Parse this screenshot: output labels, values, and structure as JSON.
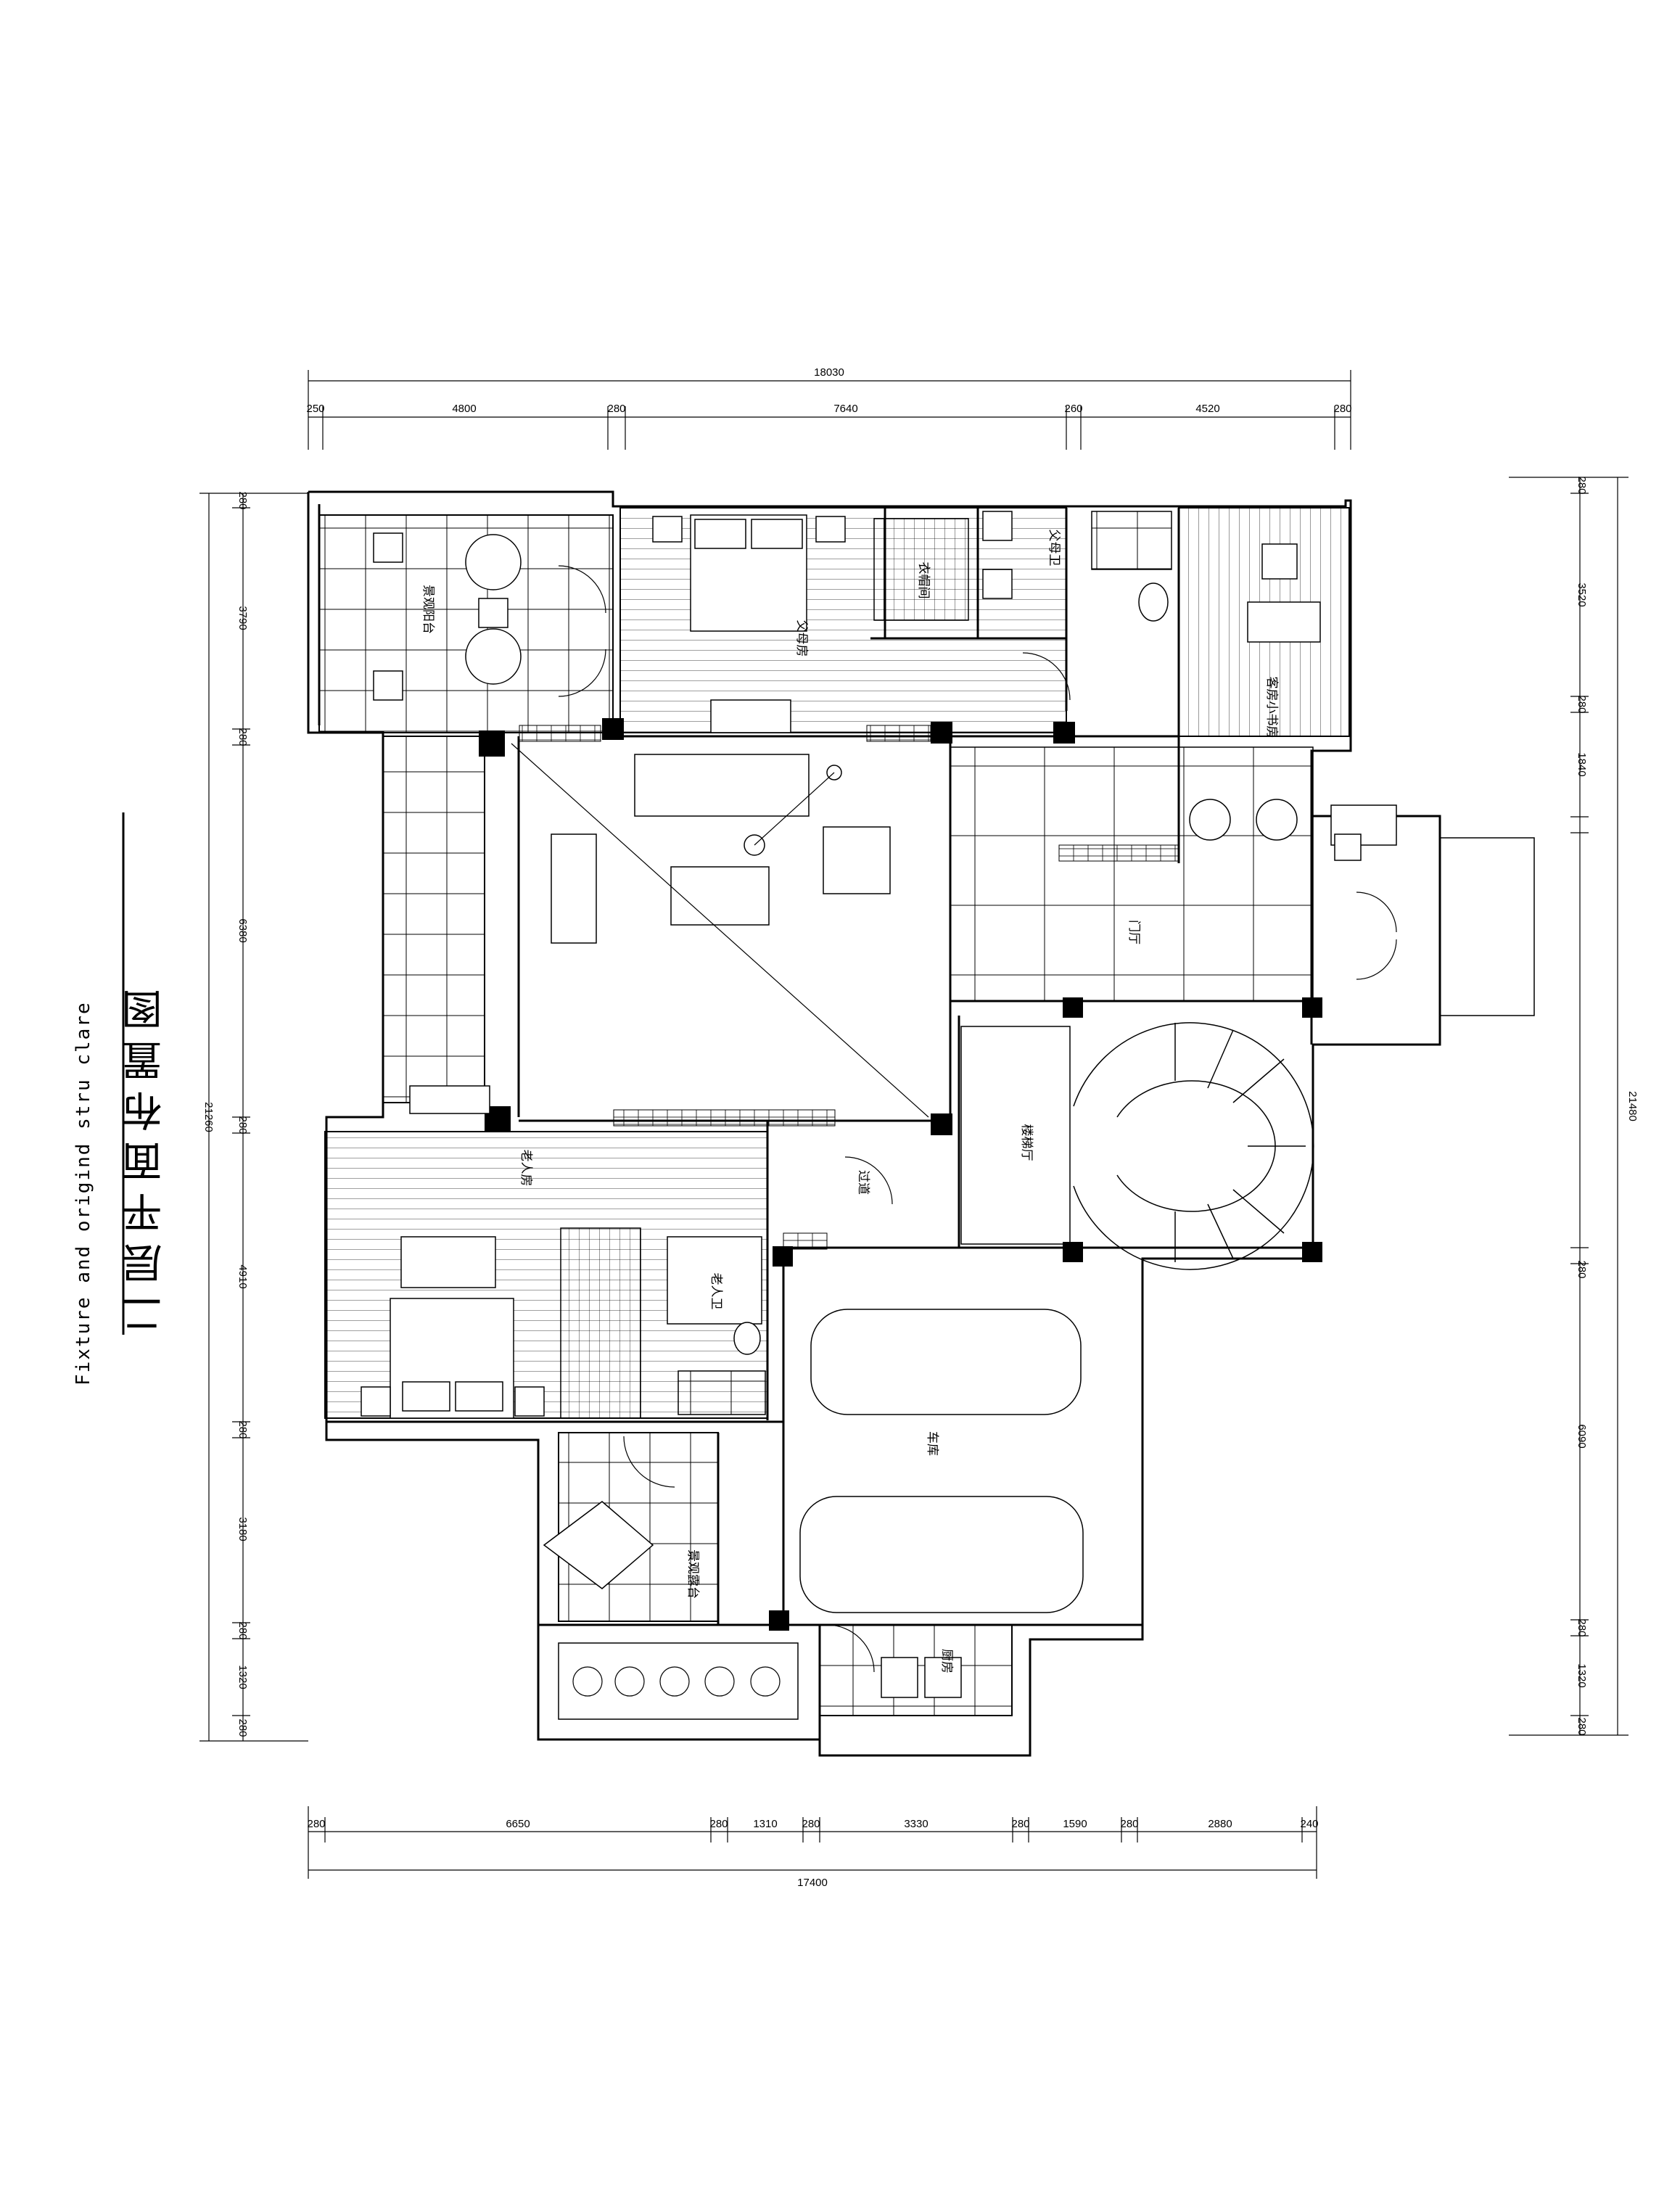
{
  "title": {
    "cn": "二层平面布置图",
    "en": "Fixture and origind stru clare"
  },
  "dimensions": {
    "top_total": "18030",
    "top_segments": [
      "250",
      "4800",
      "280",
      "7640",
      "260",
      "4520",
      "280"
    ],
    "bottom_total": "17400",
    "bottom_segments": [
      "280",
      "6650",
      "280",
      "1310",
      "280",
      "3330",
      "280",
      "1590",
      "280",
      "2880",
      "240"
    ],
    "left_total": "21260",
    "left_segments": [
      "280",
      "3790",
      "280",
      "6380",
      "280",
      "4910",
      "280",
      "3180",
      "280",
      "1320",
      "280"
    ],
    "right_total": "21480",
    "right_segments": [
      "280",
      "3520",
      "280",
      "1840",
      "280",
      "6090",
      "280",
      "1320",
      "280"
    ]
  },
  "rooms": [
    {
      "id": "balcony-nw",
      "label": "景观阳台"
    },
    {
      "id": "parents-room",
      "label": "父母房"
    },
    {
      "id": "parents-closet",
      "label": "衣帽间"
    },
    {
      "id": "parents-bath",
      "label": "父母卫"
    },
    {
      "id": "guest-study",
      "label": "客房小书房"
    },
    {
      "id": "foyer",
      "label": "门厅"
    },
    {
      "id": "stair-hall",
      "label": "楼梯厅"
    },
    {
      "id": "elder-room",
      "label": "老人房"
    },
    {
      "id": "elder-bath",
      "label": "老人卫"
    },
    {
      "id": "corridor",
      "label": "过道"
    },
    {
      "id": "garage",
      "label": "车库"
    },
    {
      "id": "balcony-sw",
      "label": "景观露台"
    },
    {
      "id": "kitchen-aux",
      "label": "厨房"
    }
  ],
  "colors": {
    "line": "#000000",
    "column": "#000000",
    "background": "#ffffff"
  }
}
